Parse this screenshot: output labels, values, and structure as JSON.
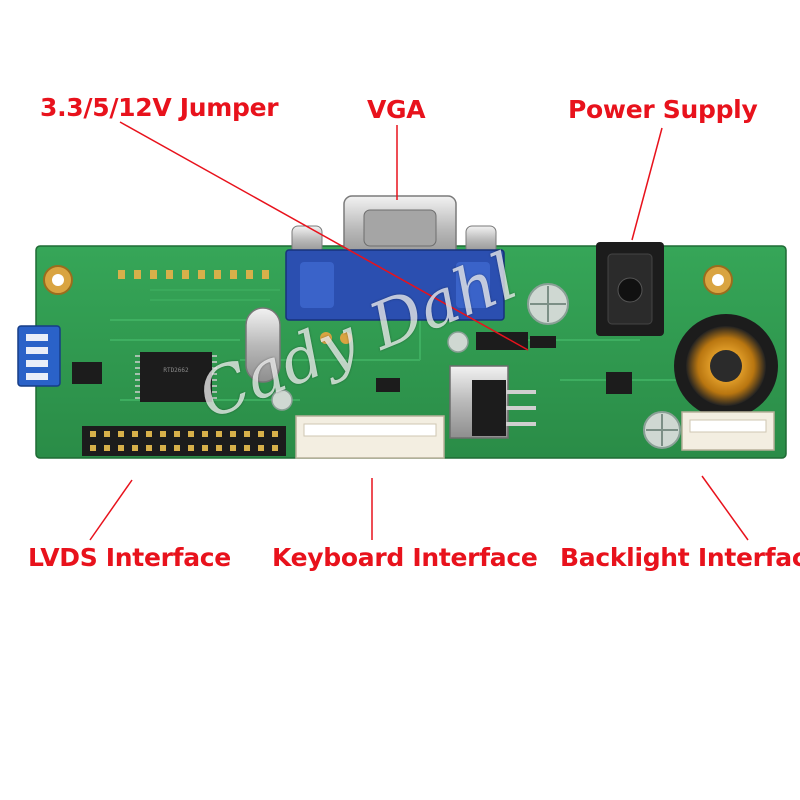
{
  "labels": {
    "jumper": "3.3/5/12V Jumper",
    "vga": "VGA",
    "power": "Power Supply",
    "lvds": "LVDS Interface",
    "keyboard": "Keyboard Interface",
    "backlight": "Backlight Interface"
  },
  "watermark": "Cady Dahl",
  "colors": {
    "label": "#e8121c",
    "pcb": "#2f9a4e",
    "vga_connector": "#2b4fb0"
  }
}
